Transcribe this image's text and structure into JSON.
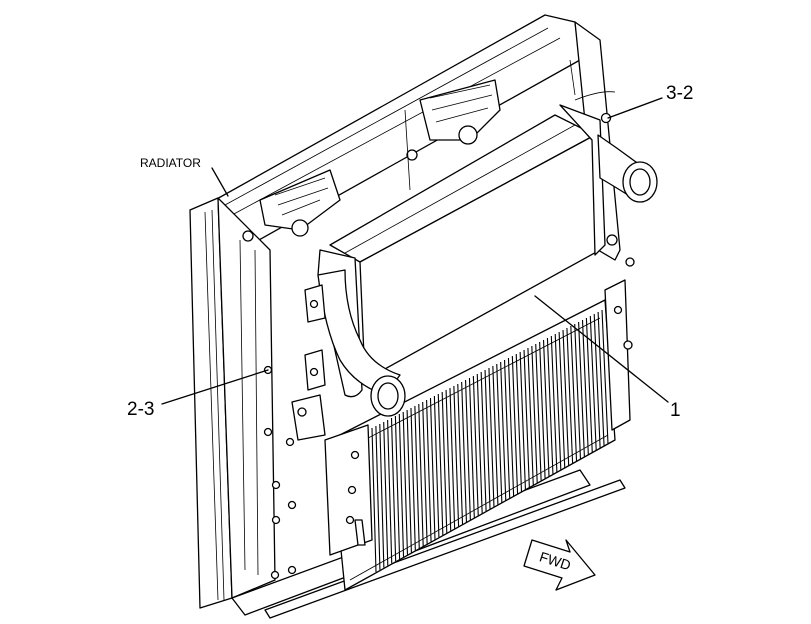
{
  "labels": {
    "radiator": "RADIATOR",
    "part_1": "1",
    "part_2_3": "2-3",
    "part_3_2": "3-2",
    "fwd": "FWD"
  }
}
